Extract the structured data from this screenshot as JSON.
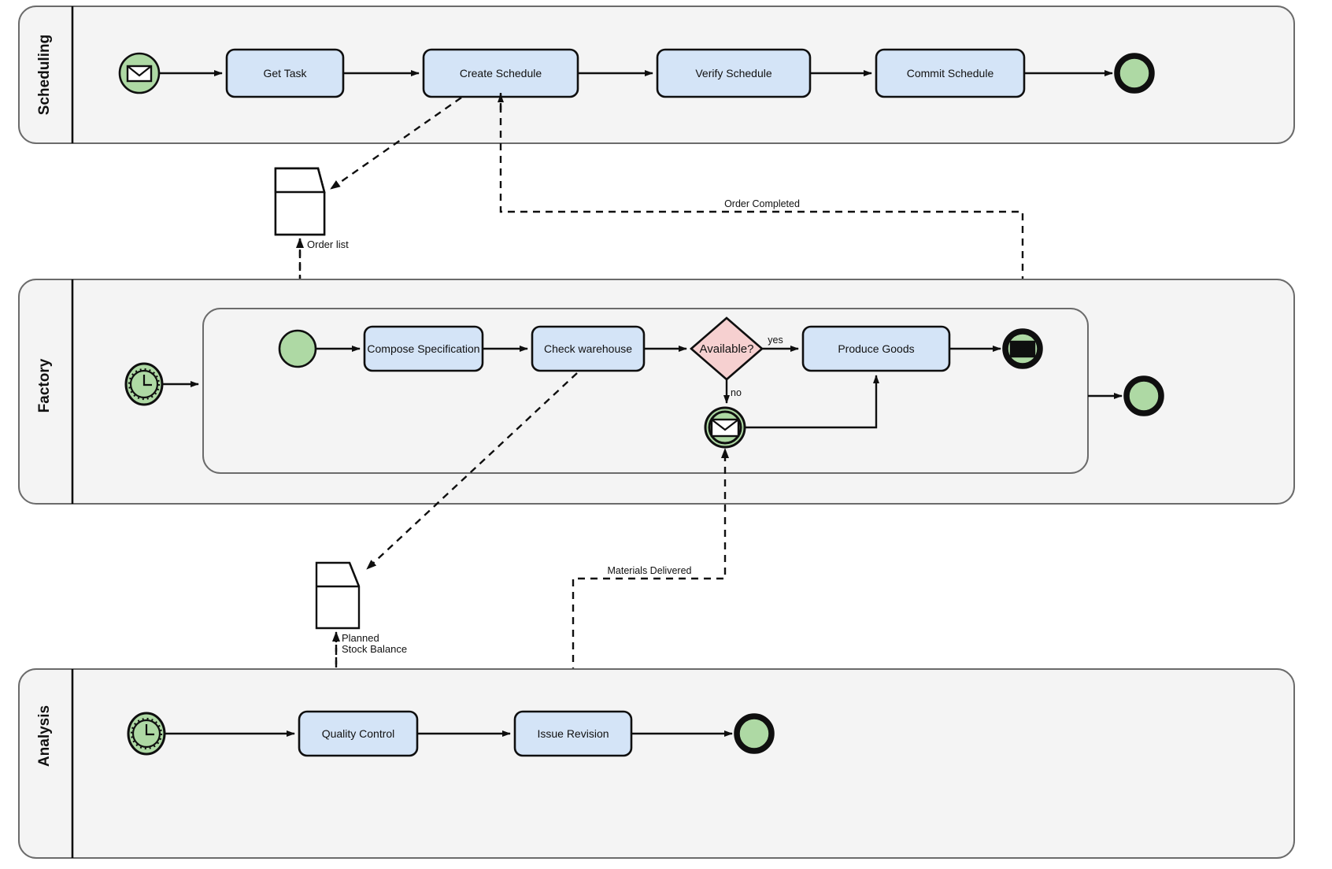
{
  "diagram": {
    "type": "bpmn-collaboration",
    "colors": {
      "task_fill": "#d4e4f7",
      "event_fill": "#aed9a4",
      "gateway_fill": "#f6d0d0",
      "lane_fill": "#f4f4f4",
      "stroke": "#0f0f0f",
      "lane_stroke": "#6b6b6b"
    }
  },
  "lanes": [
    {
      "id": "scheduling",
      "title": "Scheduling"
    },
    {
      "id": "factory",
      "title": "Factory"
    },
    {
      "id": "analysis",
      "title": "Analysis"
    }
  ],
  "scheduling": {
    "start_event": {
      "name": "message-start-event",
      "label": ""
    },
    "tasks": [
      {
        "id": "get-task",
        "label": "Get Task"
      },
      {
        "id": "create-schedule",
        "label": "Create Schedule"
      },
      {
        "id": "verify-schedule",
        "label": "Verify Schedule"
      },
      {
        "id": "commit-schedule",
        "label": "Commit Schedule"
      }
    ],
    "end_event": {
      "name": "end-event",
      "label": ""
    }
  },
  "factory": {
    "start_event": {
      "name": "timer-start-event",
      "label": ""
    },
    "subprocess": {
      "inner_start": {
        "name": "start-event",
        "label": ""
      },
      "tasks": [
        {
          "id": "compose-specification",
          "label": "Compose Specification"
        },
        {
          "id": "check-warehouse",
          "label": "Check warehouse"
        },
        {
          "id": "produce-goods",
          "label": "Produce Goods"
        }
      ],
      "gateway": {
        "id": "available",
        "label": "Available?"
      },
      "gateway_flows": [
        {
          "id": "yes-flow",
          "label": "yes"
        },
        {
          "id": "no-flow",
          "label": "no"
        }
      ],
      "intermediate_event": {
        "name": "message-intermediate-catch-event",
        "label": ""
      },
      "end_event": {
        "name": "message-end-event",
        "label": ""
      }
    },
    "end_event": {
      "name": "end-event",
      "label": ""
    }
  },
  "analysis": {
    "start_event": {
      "name": "timer-start-event",
      "label": ""
    },
    "tasks": [
      {
        "id": "quality-control",
        "label": "Quality Control"
      },
      {
        "id": "issue-revision",
        "label": "Issue Revision"
      }
    ],
    "end_event": {
      "name": "end-event",
      "label": ""
    }
  },
  "artifacts": [
    {
      "id": "order-list",
      "name": "data-object-order-list",
      "label": "Order list"
    },
    {
      "id": "planned-stock-balance",
      "name": "data-object-planned-stock-balance",
      "label_line1": "Planned",
      "label_line2": "Stock Balance"
    }
  ],
  "message_flows": [
    {
      "id": "order-completed",
      "label": "Order Completed"
    },
    {
      "id": "materials-delivered",
      "label": "Materials Delivered"
    }
  ]
}
